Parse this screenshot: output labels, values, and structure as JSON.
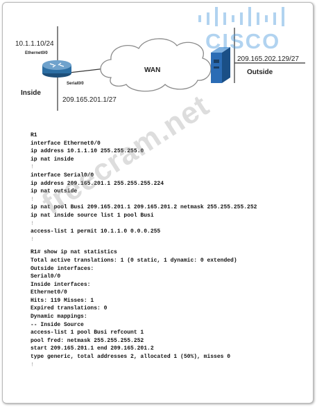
{
  "diagram": {
    "inside_ip": "10.1.1.10/24",
    "ethernet_label": "Ethernet0/0",
    "serial_label": "Serial0/0",
    "inside_label": "Inside",
    "serial_ip": "209.165.201.1/27",
    "wan_label": "WAN",
    "outside_ip": "209.165.202.129/27",
    "outside_label": "Outside",
    "brand": "CISCO"
  },
  "watermark": "freecram.net",
  "config_lines": [
    {
      "text": "R1"
    },
    {
      "text": "interface Ethernet0/0"
    },
    {
      "text": "ip address 10.1.1.10 255.255.255.0"
    },
    {
      "text": "ip nat inside"
    },
    {
      "text": "!",
      "sep": true
    },
    {
      "text": "interface Serial0/0"
    },
    {
      "text": "ip address 209.165.201.1 255.255.255.224"
    },
    {
      "text": "ip nat outside"
    },
    {
      "text": "!",
      "sep": true
    },
    {
      "text": "ip nat pool Busi 209.165.201.1 209.165.201.2 netmask 255.255.255.252"
    },
    {
      "text": "ip nat inside source list 1 pool Busi"
    },
    {
      "text": "!",
      "sep": true
    },
    {
      "text": "access-list 1 permit 10.1.1.0 0.0.0.255"
    },
    {
      "text": "!",
      "sep": true
    },
    {
      "text": "",
      "gap": true
    },
    {
      "text": "R1# show ip nat statistics"
    },
    {
      "text": "Total active translations: 1 (0 static, 1 dynamic: 0 extended)"
    },
    {
      "text": "Outside interfaces:"
    },
    {
      "text": "Serial0/0"
    },
    {
      "text": "Inside interfaces:"
    },
    {
      "text": "Ethernet0/0"
    },
    {
      "text": "Hits: 119 Misses: 1"
    },
    {
      "text": "Expired translations: 0"
    },
    {
      "text": "Dynamic mappings:"
    },
    {
      "text": "-- Inside Source"
    },
    {
      "text": "access-list 1 pool Busi refcount 1"
    },
    {
      "text": "pool fred: netmask 255.255.255.252"
    },
    {
      "text": "start 209.165.201.1 end 209.165.201.2"
    },
    {
      "text": "type generic, total addresses 2, allocated 1 (50%), misses 0"
    },
    {
      "text": "!",
      "sep": true
    }
  ]
}
